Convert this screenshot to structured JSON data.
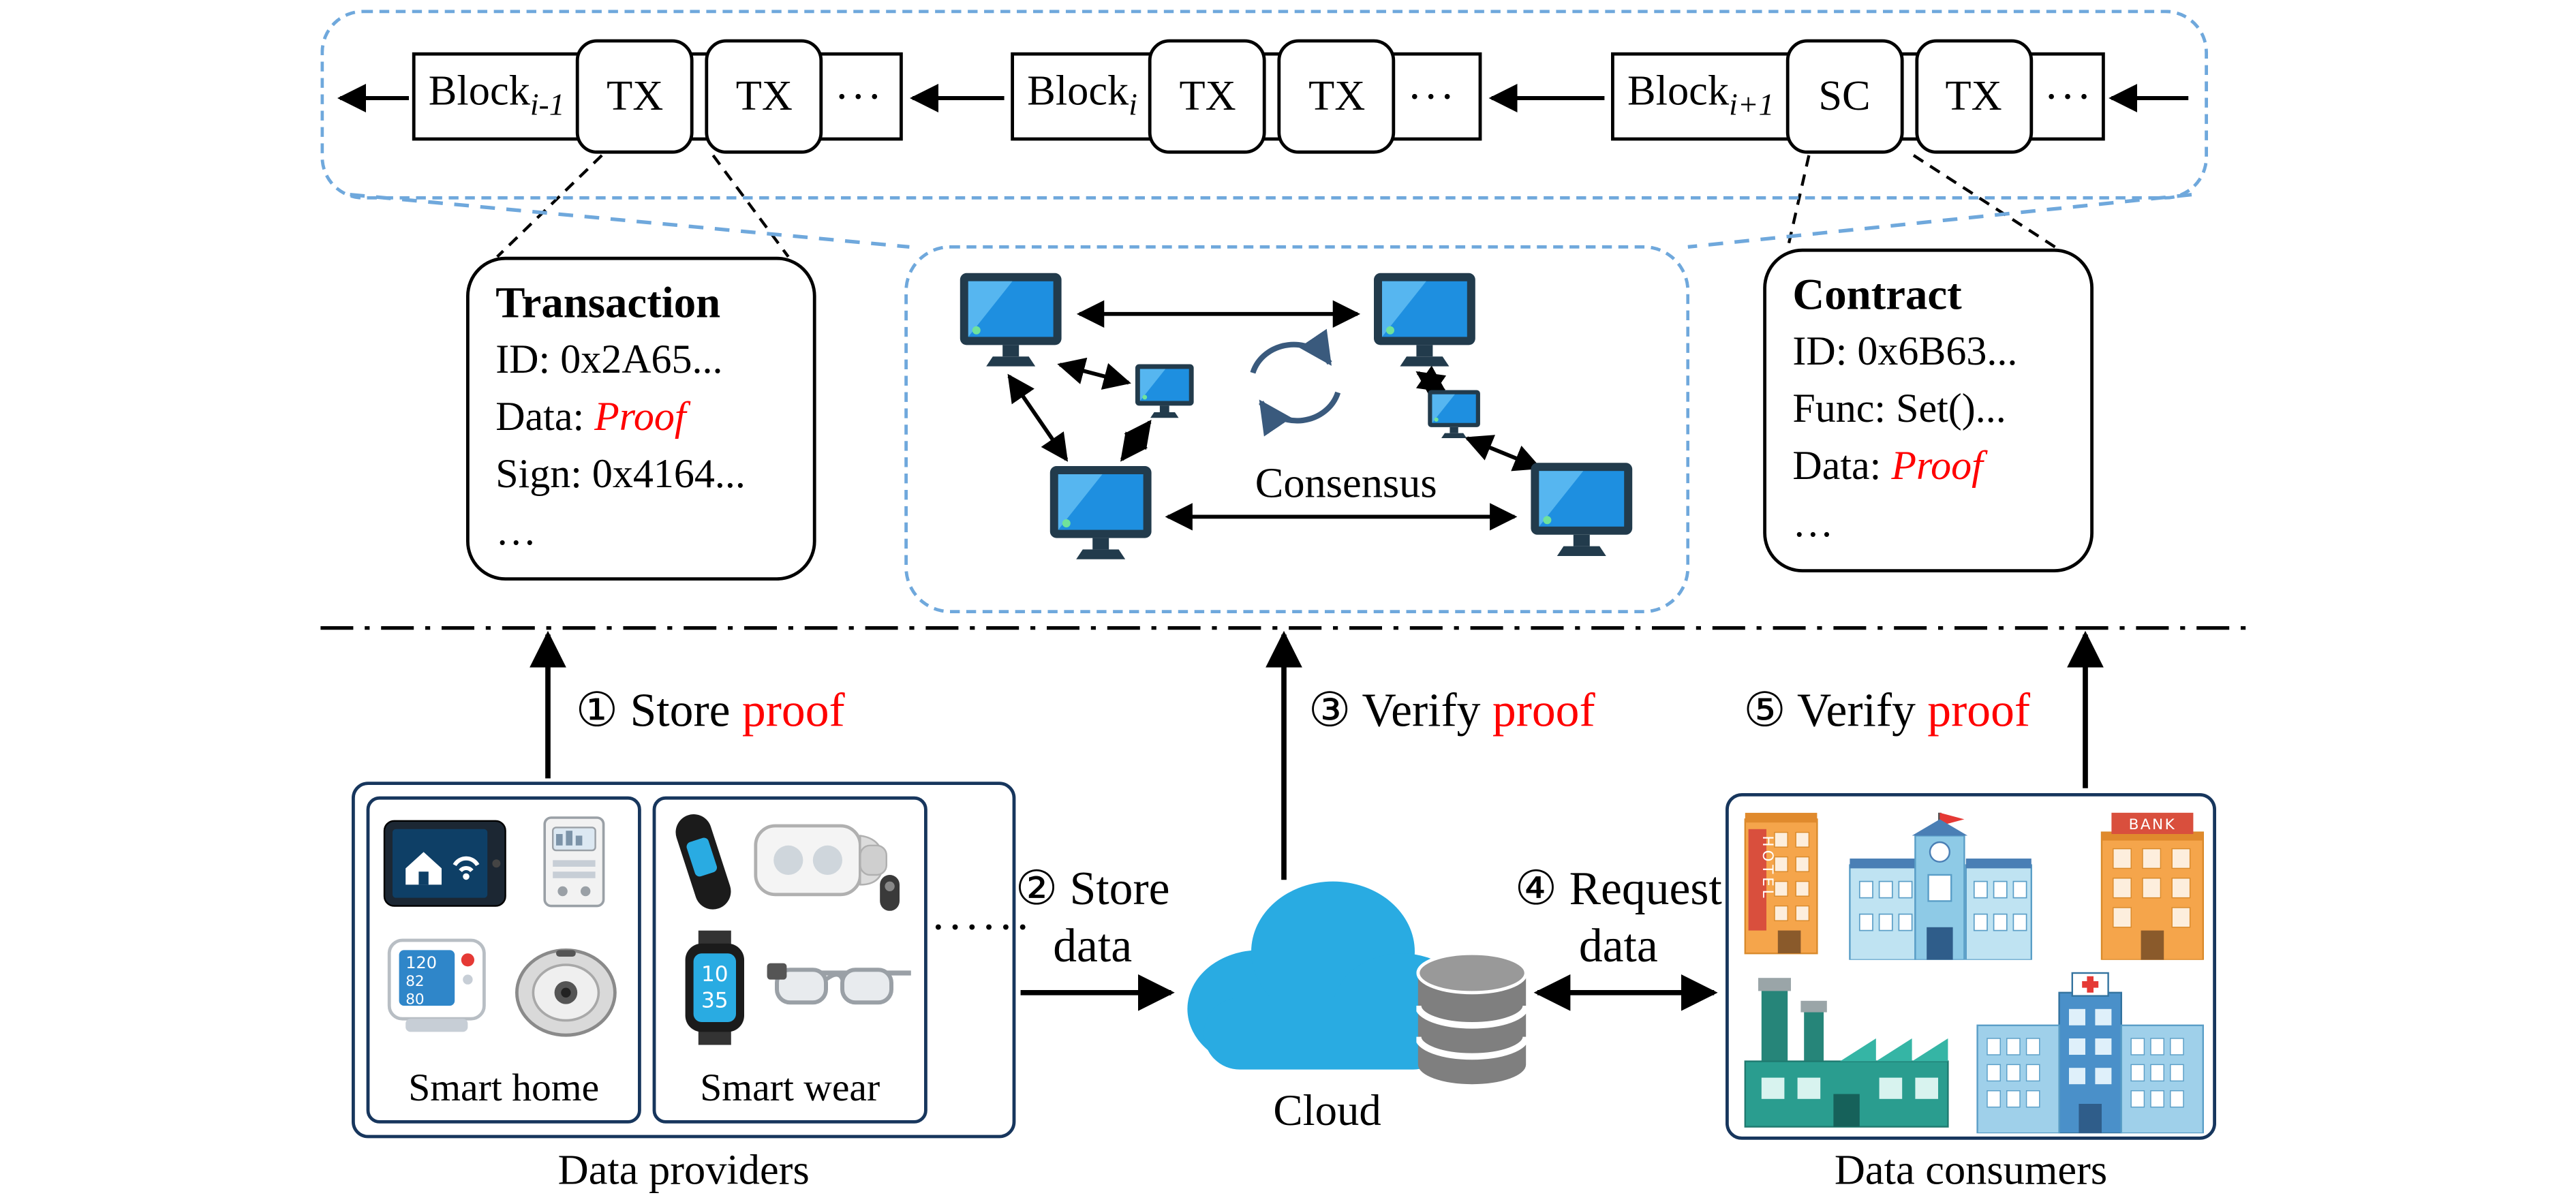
{
  "chain": {
    "blocks": [
      {
        "name": "Block",
        "sub": "i-1",
        "slot1": "TX",
        "slot2": "TX",
        "more": "···"
      },
      {
        "name": "Block",
        "sub": "i",
        "slot1": "TX",
        "slot2": "TX",
        "more": "···"
      },
      {
        "name": "Block",
        "sub": "i+1",
        "slot1": "SC",
        "slot2": "TX",
        "more": "···"
      }
    ]
  },
  "transaction_card": {
    "title": "Transaction",
    "row1_label": "ID:",
    "row1_value": "0x2A65...",
    "row2_label": "Data:",
    "row2_value": "Proof",
    "row3_label": "Sign:",
    "row3_value": "0x4164...",
    "ellipsis": "…"
  },
  "contract_card": {
    "title": "Contract",
    "row1_label": "ID:",
    "row1_value": "0x6B63...",
    "row2_label": "Func:",
    "row2_value": "Set()...",
    "row3_label": "Data:",
    "row3_value": "Proof",
    "ellipsis": "…"
  },
  "consensus": {
    "label": "Consensus"
  },
  "steps": {
    "step1": {
      "text": "① Store",
      "red": "proof"
    },
    "step2": {
      "line1": "② Store",
      "line2": "data"
    },
    "step3": {
      "text": "③ Verify",
      "red": "proof"
    },
    "step4": {
      "line1": "④ Request",
      "line2": "data"
    },
    "step5": {
      "text": "⑤ Verify",
      "red": "proof"
    }
  },
  "providers": {
    "label": "Data providers",
    "smart_home_label": "Smart home",
    "smart_wear_label": "Smart wear",
    "more_devices": "······"
  },
  "cloud": {
    "label": "Cloud"
  },
  "consumers": {
    "label": "Data consumers",
    "hotel_sign": "HOTEL",
    "bank_sign": "BANK"
  },
  "devices": {
    "bp_sys": "120",
    "bp_dia": "82",
    "bp_pulse": "80",
    "watch_hour": "10",
    "watch_min": "35"
  },
  "colors": {
    "dashed_blue": "#6fa8dc",
    "highlight_red": "#ff0000",
    "cloud_blue": "#29abe2",
    "box_navy": "#17365d"
  }
}
